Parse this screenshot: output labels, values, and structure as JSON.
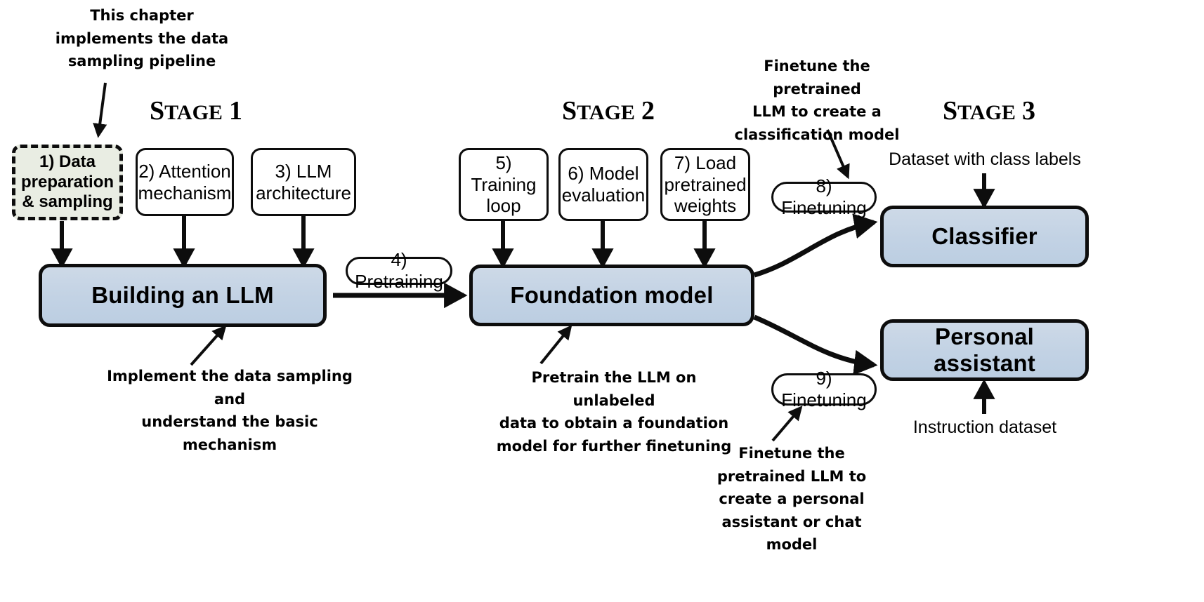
{
  "diagram": {
    "title": "LLM build stages overview",
    "colors": {
      "blue_box_fill": "#c4d3e4",
      "green_box_fill": "#e9ede3",
      "stroke": "#0d0d0d",
      "background": "#ffffff"
    }
  },
  "stages": [
    {
      "word": "S",
      "rest": "TAGE",
      "number": "1"
    },
    {
      "word": "S",
      "rest": "TAGE",
      "number": "2"
    },
    {
      "word": "S",
      "rest": "TAGE",
      "number": "3"
    }
  ],
  "topic_boxes": [
    {
      "id": "data-prep",
      "label": "1) Data\npreparation\n& sampling",
      "highlighted": true
    },
    {
      "id": "attention",
      "label": "2) Attention\nmechanism",
      "highlighted": false
    },
    {
      "id": "llm-architecture",
      "label": "3) LLM\narchitecture",
      "highlighted": false
    },
    {
      "id": "training-loop",
      "label": "5) Training\nloop",
      "highlighted": false
    },
    {
      "id": "model-evaluation",
      "label": "6) Model\nevaluation",
      "highlighted": false
    },
    {
      "id": "load-weights",
      "label": "7) Load\npretrained\nweights",
      "highlighted": false
    }
  ],
  "pills": [
    {
      "id": "pretraining",
      "label": "4) Pretraining"
    },
    {
      "id": "finetuning-8",
      "label": "8) Finetuning"
    },
    {
      "id": "finetuning-9",
      "label": "9) Finetuning"
    }
  ],
  "outcome_boxes": [
    {
      "id": "building-an-llm",
      "label": "Building an LLM"
    },
    {
      "id": "foundation-model",
      "label": "Foundation model"
    },
    {
      "id": "classifier",
      "label": "Classifier"
    },
    {
      "id": "personal-assistant",
      "label": "Personal assistant"
    }
  ],
  "captions": {
    "chapter_note": "This chapter\nimplements the data\nsampling pipeline",
    "implement_note": "Implement the data sampling and\nunderstand the basic mechanism",
    "pretrain_note": "Pretrain the LLM on unlabeled\ndata to obtain a foundation\nmodel for further finetuning",
    "classification_note": "Finetune the pretrained\nLLM to create a\nclassification model",
    "assistant_note": "Finetune the\npretrained LLM to\ncreate a personal\nassistant or chat model"
  },
  "dataset_labels": {
    "class_labels": "Dataset with class labels",
    "instruction": "Instruction dataset"
  }
}
